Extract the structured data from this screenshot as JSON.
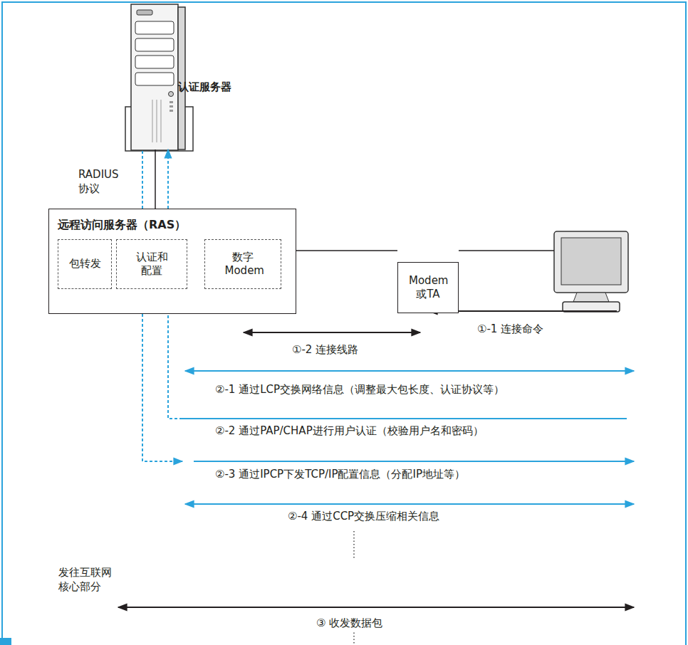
{
  "diagram": {
    "nodes": [
      {
        "text": [
          "认证服务器"
        ]
      },
      {
        "text": [
          "远程访问服务器（RAS）"
        ]
      },
      {
        "text": [
          "包转发"
        ],
        "in": 1
      },
      {
        "text": [
          "认证和配置"
        ],
        "in": 1
      },
      {
        "text": [
          "数字Modem"
        ],
        "in": 1
      },
      {
        "text": [
          "Modem 或TA"
        ]
      }
    ],
    "edges": [
      {
        "from": 1,
        "to": 0,
        "arrow": "none",
        "label": "RADIUS 协议"
      },
      {
        "from": 1,
        "to": 0,
        "arrow": "to"
      },
      {
        "from": 1,
        "to": 5,
        "arrow": "none"
      }
    ],
    "labels": [
      "①-1 连接命令",
      "①-2 连接线路",
      "②-1 通过LCP交换网络信息（调整最大包长度、认证协议等）",
      "②-2 通过PAP/CHAP进行用户认证（校验用户名和密码）",
      "②-3 通过IPCP下发TCP/IP配置信息（分配IP地址等）",
      "②-4 通过CCP交换压缩相关信息",
      "发往互联网 核心部分",
      "③ 收发数据包"
    ]
  }
}
